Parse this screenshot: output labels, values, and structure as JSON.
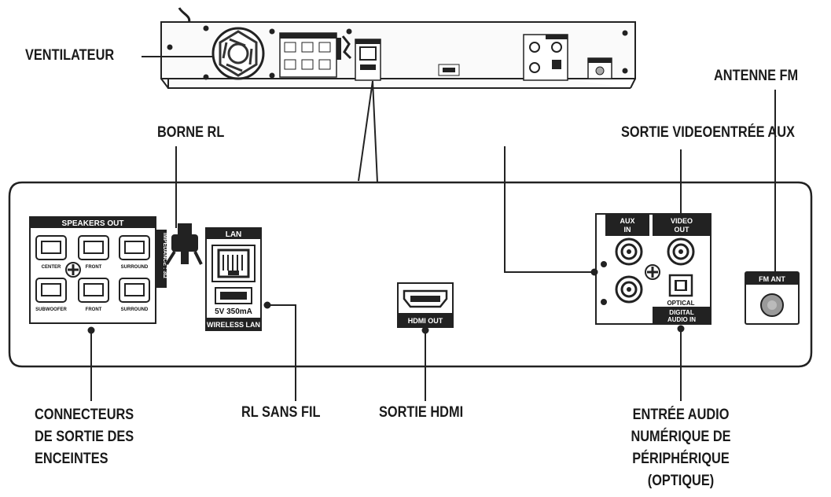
{
  "labels": {
    "fan": "VENTILATEUR",
    "fm_antenna": "ANTENNE FM",
    "lan_terminal": "BORNE RL",
    "video_out_aux_in": "SORTIE VIDEOENTRÉE AUX",
    "speaker_connectors": [
      "CONNECTEURS",
      "DE SORTIE DES",
      "ENCEINTES"
    ],
    "wireless_lan": "RL SANS FIL",
    "hdmi_out": "SORTIE HDMI",
    "optical_in": [
      "ENTRÉE AUDIO",
      "NUMÉRIQUE DE",
      "PÉRIPHÉRIQUE",
      "(OPTIQUE)"
    ]
  },
  "panel": {
    "speakers_out": "SPEAKERS OUT",
    "impedance": "IMPEDANCE : 3Ω",
    "speaker_terminals": [
      "CENTER",
      "FRONT",
      "SURROUND",
      "SUBWOOFER",
      "FRONT",
      "SURROUND"
    ],
    "lan": "LAN",
    "usb_power": "5V 350mA",
    "wireless_lan": "WIRELESS LAN",
    "hdmi_out": "HDMI OUT",
    "aux_in": [
      "AUX",
      "IN"
    ],
    "video_out": [
      "VIDEO",
      "OUT"
    ],
    "optical": "OPTICAL",
    "digital_audio_in": [
      "DIGITAL",
      "AUDIO IN"
    ],
    "fm_ant": "FM ANT"
  }
}
